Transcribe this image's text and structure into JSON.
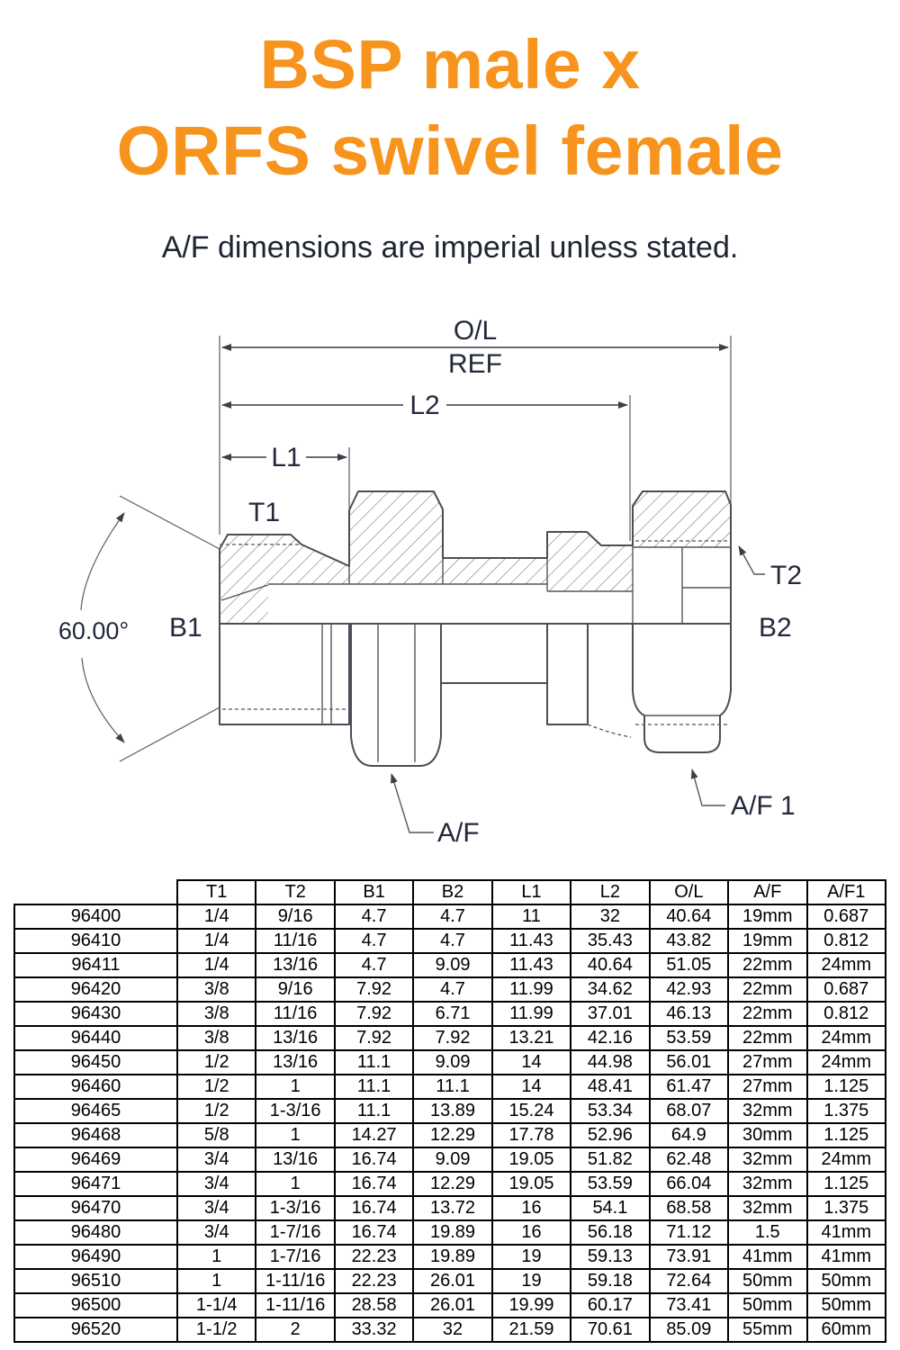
{
  "page": {
    "title_line1": "BSP male x",
    "title_line2": "ORFS swivel female",
    "subtitle": "A/F dimensions are imperial unless stated.",
    "accent_color": "#F7941D",
    "ink_color": "#1F2433"
  },
  "diagram": {
    "labels": {
      "overall_length": "O/L",
      "ref": "REF",
      "l2": "L2",
      "l1": "L1",
      "t1": "T1",
      "t2": "T2",
      "b1": "B1",
      "b2": "B2",
      "af": "A/F",
      "af1": "A/F 1",
      "angle": "60.00°"
    }
  },
  "table": {
    "headers": [
      "",
      "T1",
      "T2",
      "B1",
      "B2",
      "L1",
      "L2",
      "O/L",
      "A/F",
      "A/F1"
    ],
    "rows": [
      [
        "96400",
        "1/4",
        "9/16",
        "4.7",
        "4.7",
        "11",
        "32",
        "40.64",
        "19mm",
        "0.687"
      ],
      [
        "96410",
        "1/4",
        "11/16",
        "4.7",
        "4.7",
        "11.43",
        "35.43",
        "43.82",
        "19mm",
        "0.812"
      ],
      [
        "96411",
        "1/4",
        "13/16",
        "4.7",
        "9.09",
        "11.43",
        "40.64",
        "51.05",
        "22mm",
        "24mm"
      ],
      [
        "96420",
        "3/8",
        "9/16",
        "7.92",
        "4.7",
        "11.99",
        "34.62",
        "42.93",
        "22mm",
        "0.687"
      ],
      [
        "96430",
        "3/8",
        "11/16",
        "7.92",
        "6.71",
        "11.99",
        "37.01",
        "46.13",
        "22mm",
        "0.812"
      ],
      [
        "96440",
        "3/8",
        "13/16",
        "7.92",
        "7.92",
        "13.21",
        "42.16",
        "53.59",
        "22mm",
        "24mm"
      ],
      [
        "96450",
        "1/2",
        "13/16",
        "11.1",
        "9.09",
        "14",
        "44.98",
        "56.01",
        "27mm",
        "24mm"
      ],
      [
        "96460",
        "1/2",
        "1",
        "11.1",
        "11.1",
        "14",
        "48.41",
        "61.47",
        "27mm",
        "1.125"
      ],
      [
        "96465",
        "1/2",
        "1-3/16",
        "11.1",
        "13.89",
        "15.24",
        "53.34",
        "68.07",
        "32mm",
        "1.375"
      ],
      [
        "96468",
        "5/8",
        "1",
        "14.27",
        "12.29",
        "17.78",
        "52.96",
        "64.9",
        "30mm",
        "1.125"
      ],
      [
        "96469",
        "3/4",
        "13/16",
        "16.74",
        "9.09",
        "19.05",
        "51.82",
        "62.48",
        "32mm",
        "24mm"
      ],
      [
        "96471",
        "3/4",
        "1",
        "16.74",
        "12.29",
        "19.05",
        "53.59",
        "66.04",
        "32mm",
        "1.125"
      ],
      [
        "96470",
        "3/4",
        "1-3/16",
        "16.74",
        "13.72",
        "16",
        "54.1",
        "68.58",
        "32mm",
        "1.375"
      ],
      [
        "96480",
        "3/4",
        "1-7/16",
        "16.74",
        "19.89",
        "16",
        "56.18",
        "71.12",
        "1.5",
        "41mm"
      ],
      [
        "96490",
        "1",
        "1-7/16",
        "22.23",
        "19.89",
        "19",
        "59.13",
        "73.91",
        "41mm",
        "41mm"
      ],
      [
        "96510",
        "1",
        "1-11/16",
        "22.23",
        "26.01",
        "19",
        "59.18",
        "72.64",
        "50mm",
        "50mm"
      ],
      [
        "96500",
        "1-1/4",
        "1-11/16",
        "28.58",
        "26.01",
        "19.99",
        "60.17",
        "73.41",
        "50mm",
        "50mm"
      ],
      [
        "96520",
        "1-1/2",
        "2",
        "33.32",
        "32",
        "21.59",
        "70.61",
        "85.09",
        "55mm",
        "60mm"
      ]
    ]
  }
}
